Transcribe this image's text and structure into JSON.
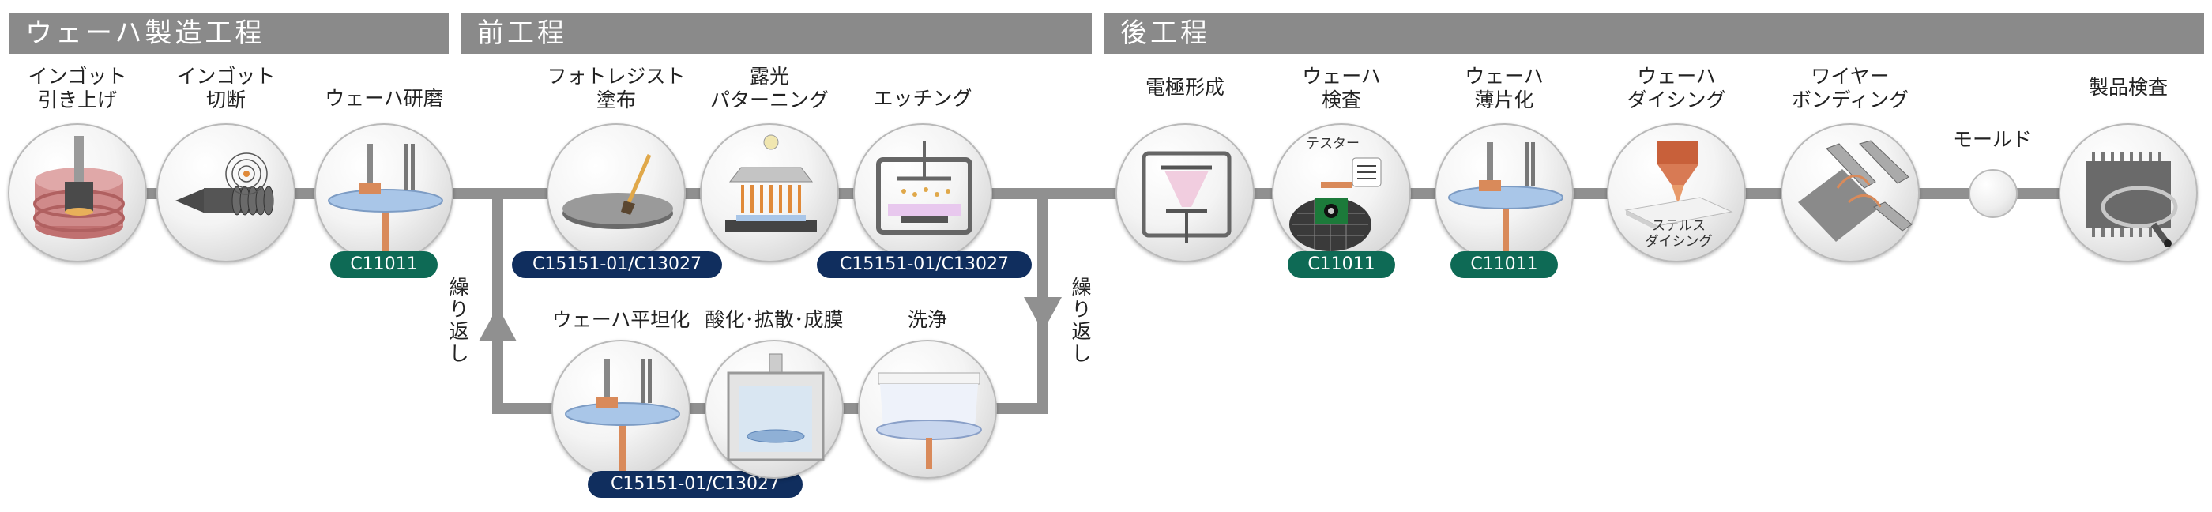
{
  "sections": {
    "wafer": "ウェーハ製造工程",
    "front": "前工程",
    "back": "後工程"
  },
  "steps": {
    "ingot_pull": "インゴット\n引き上げ",
    "ingot_cut": "インゴット\n切断",
    "wafer_grind": "ウェーハ研磨",
    "photoresist": "フォトレジスト\n塗布",
    "exposure": "露光\nパターニング",
    "etching": "エッチング",
    "electrode": "電極形成",
    "wafer_inspect": "ウェーハ\n検査",
    "thinning": "ウェーハ\n薄片化",
    "dicing": "ウェーハ\nダイシング",
    "bonding": "ワイヤー\nボンディング",
    "mold": "モールド",
    "product_inspect": "製品検査",
    "planarize": "ウェーハ平坦化",
    "oxidation": "酸化･拡散･成膜",
    "cleaning": "洗浄"
  },
  "sub_labels": {
    "tester": "テスター",
    "stealth": "ステルス\nダイシング"
  },
  "loop_labels": {
    "left": "繰\nり\n返\nし",
    "right": "繰\nり\n返\nし"
  },
  "badges": {
    "grind": "C11011",
    "photo": "C15151-01/C13027",
    "etch": "C15151-01/C13027",
    "inspect": "C11011",
    "thin": "C11011",
    "planarize": "C15151-01/C13027"
  },
  "colors": {
    "header": "#8a8a8a",
    "line": "#909090",
    "badge_green": "#0e6a55",
    "badge_navy": "#102e5e",
    "wafer_blue": "#a9c6e8",
    "copper": "#d98a5a"
  }
}
